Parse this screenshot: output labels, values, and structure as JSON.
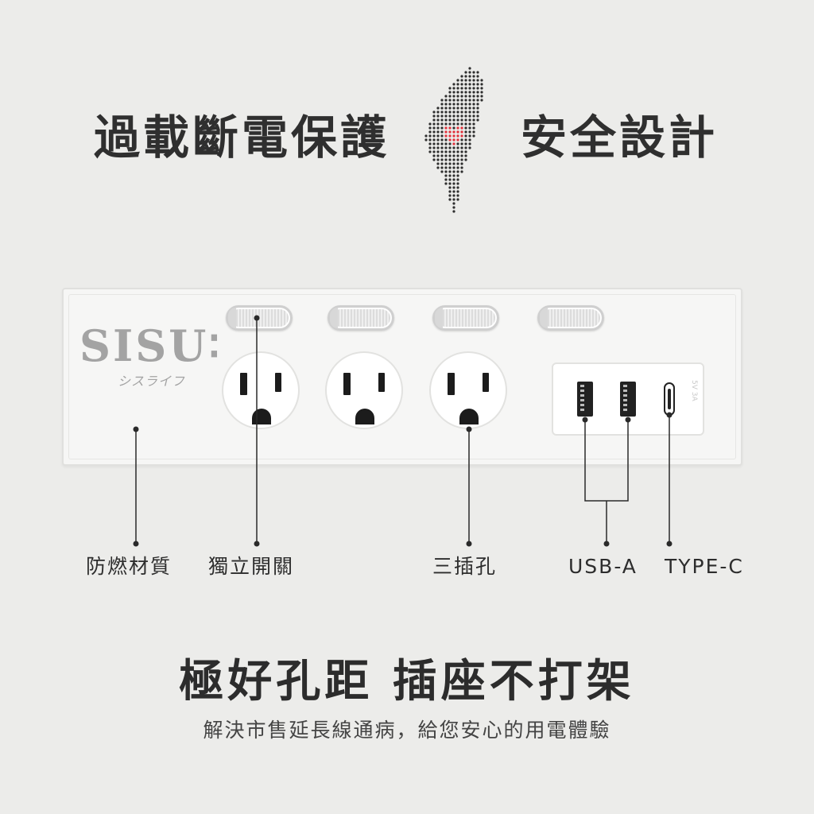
{
  "headline": {
    "left": "過載斷電保護",
    "right": "安全設計"
  },
  "map": {
    "icon": "taiwan-dot-map-icon",
    "heart_color": "#e0303a",
    "dot_color": "#2e2e2e"
  },
  "product": {
    "brand": "SISU",
    "brand_sub": "シスライフ",
    "switch_count": 4,
    "outlet_count": 3,
    "usb_a_count": 2,
    "usb_c_count": 1,
    "port_mark": "5V 3A"
  },
  "labels": {
    "flame": "防燃材質",
    "switch": "獨立開關",
    "outlet": "三插孔",
    "usba": "USB-A",
    "typec": "TYPE-C"
  },
  "tagline": {
    "title": "極好孔距 插座不打架",
    "subtitle": "解決市售延長線通病，給您安心的用電體驗"
  },
  "colors": {
    "background": "#ececea",
    "text": "#2b2b2b",
    "brand_gray": "#a3a3a3",
    "accent": "#e0303a"
  }
}
